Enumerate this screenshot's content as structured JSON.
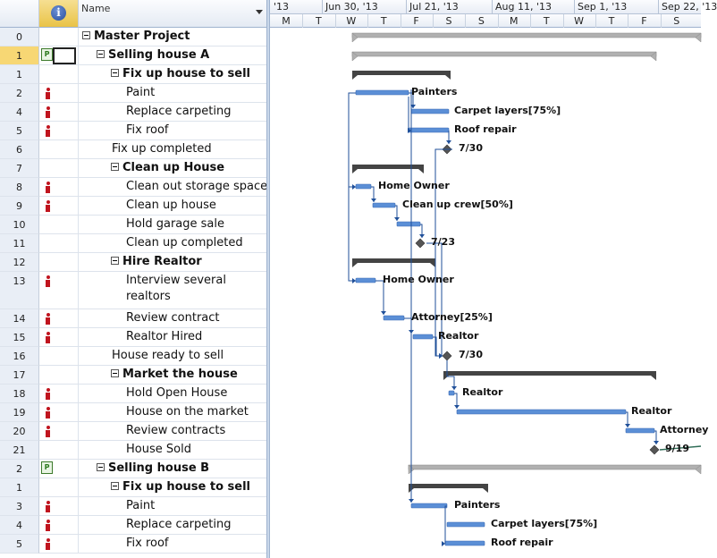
{
  "columns": {
    "name_header": "Name",
    "info_icon": "info-icon"
  },
  "timescale": {
    "major": [
      "'13",
      "Jun 30, '13",
      "Jul 21, '13",
      "Aug 11, '13",
      "Sep 1, '13",
      "Sep 22, '13"
    ],
    "minor": [
      "M",
      "T",
      "W",
      "T",
      "F",
      "S",
      "S",
      "M",
      "T",
      "W",
      "T",
      "F",
      "S"
    ]
  },
  "rows": [
    {
      "id": "0",
      "name": "Master Project",
      "level": 0,
      "bold": true,
      "summary": true,
      "indicator": "none"
    },
    {
      "id": "1",
      "name": "Selling house A",
      "level": 1,
      "bold": true,
      "summary": true,
      "indicator": "project",
      "selected": true
    },
    {
      "id": "1",
      "name": "Fix up house to sell",
      "level": 2,
      "bold": true,
      "summary": true,
      "indicator": "none"
    },
    {
      "id": "2",
      "name": "Paint",
      "level": 3,
      "indicator": "resource"
    },
    {
      "id": "4",
      "name": "Replace carpeting",
      "level": 3,
      "indicator": "resource"
    },
    {
      "id": "5",
      "name": "Fix roof",
      "level": 3,
      "indicator": "resource"
    },
    {
      "id": "6",
      "name": "Fix up completed",
      "level": 2,
      "indicator": "none"
    },
    {
      "id": "7",
      "name": "Clean up House",
      "level": 2,
      "bold": true,
      "summary": true,
      "indicator": "none"
    },
    {
      "id": "8",
      "name": "Clean out storage space",
      "level": 3,
      "indicator": "resource"
    },
    {
      "id": "9",
      "name": "Clean up house",
      "level": 3,
      "indicator": "resource"
    },
    {
      "id": "10",
      "name": "Hold garage sale",
      "level": 3,
      "indicator": "none"
    },
    {
      "id": "11",
      "name": "Clean up completed",
      "level": 3,
      "indicator": "none"
    },
    {
      "id": "12",
      "name": "Hire Realtor",
      "level": 2,
      "bold": true,
      "summary": true,
      "indicator": "none"
    },
    {
      "id": "13",
      "name": "Interview several realtors",
      "level": 3,
      "indicator": "resource",
      "tall": true
    },
    {
      "id": "14",
      "name": "Review contract",
      "level": 3,
      "indicator": "resource"
    },
    {
      "id": "15",
      "name": "Realtor Hired",
      "level": 3,
      "indicator": "resource"
    },
    {
      "id": "16",
      "name": "House ready to sell",
      "level": 2,
      "indicator": "none"
    },
    {
      "id": "17",
      "name": "Market the house",
      "level": 2,
      "bold": true,
      "summary": true,
      "indicator": "none"
    },
    {
      "id": "18",
      "name": "Hold Open House",
      "level": 3,
      "indicator": "resource"
    },
    {
      "id": "19",
      "name": "House on the market",
      "level": 3,
      "indicator": "resource"
    },
    {
      "id": "20",
      "name": "Review contracts",
      "level": 3,
      "indicator": "resource"
    },
    {
      "id": "21",
      "name": "House Sold",
      "level": 3,
      "indicator": "none"
    },
    {
      "id": "2",
      "name": "Selling house B",
      "level": 1,
      "bold": true,
      "summary": true,
      "indicator": "project"
    },
    {
      "id": "1",
      "name": "Fix up house to sell",
      "level": 2,
      "bold": true,
      "summary": true,
      "indicator": "none"
    },
    {
      "id": "3",
      "name": "Paint",
      "level": 3,
      "indicator": "resource"
    },
    {
      "id": "4",
      "name": "Replace carpeting",
      "level": 3,
      "indicator": "resource"
    },
    {
      "id": "5",
      "name": "Fix roof",
      "level": 3,
      "indicator": "resource"
    }
  ],
  "gantt_labels": {
    "painters": "Painters",
    "carpet_layers": "Carpet layers[75%]",
    "roof_repair": "Roof repair",
    "milestone_fixup": "7/30",
    "home_owner_1": "Home Owner",
    "cleanup_crew": "Clean up crew[50%]",
    "milestone_cleanup": "7/23",
    "home_owner_2": "Home Owner",
    "attorney": "Attorney[25%]",
    "realtor_1": "Realtor",
    "milestone_ready": "7/30",
    "realtor_2": "Realtor",
    "realtor_3": "Realtor",
    "attorney_2": "Attorney",
    "milestone_sold": "9/19",
    "painters_b": "Painters",
    "carpet_layers_b": "Carpet layers[75%]",
    "roof_repair_b": "Roof repair"
  },
  "colors": {
    "task_bar": "#5b8fd6",
    "summary_bar": "#444444",
    "project_bar": "#b0b0b0",
    "link": "#1f4f99",
    "selected_id": "#f7d774"
  }
}
